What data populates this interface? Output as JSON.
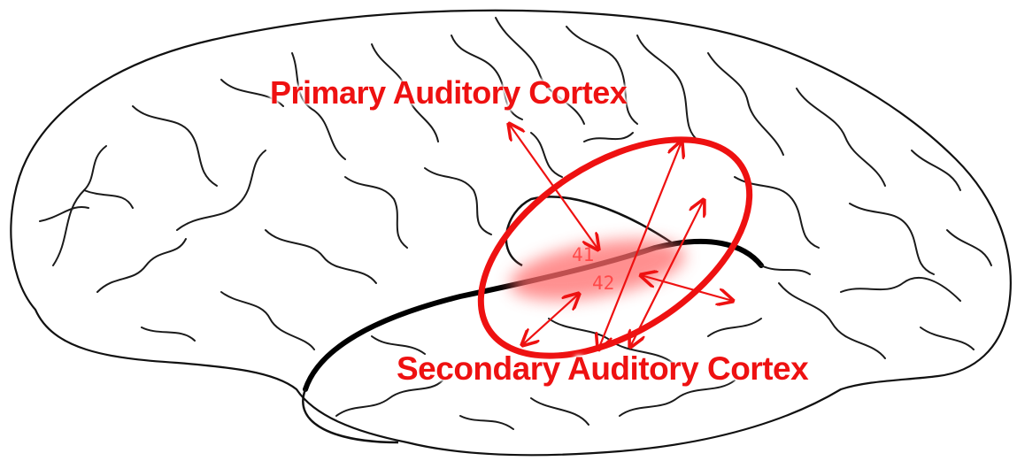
{
  "labels": {
    "primary": "Primary Auditory Cortex",
    "secondary": "Secondary Auditory Cortex"
  },
  "areas": [
    "41",
    "42"
  ],
  "colors": {
    "annotation": "#ee1111",
    "highlight": "#ff6b6b",
    "outline": "#000000"
  }
}
